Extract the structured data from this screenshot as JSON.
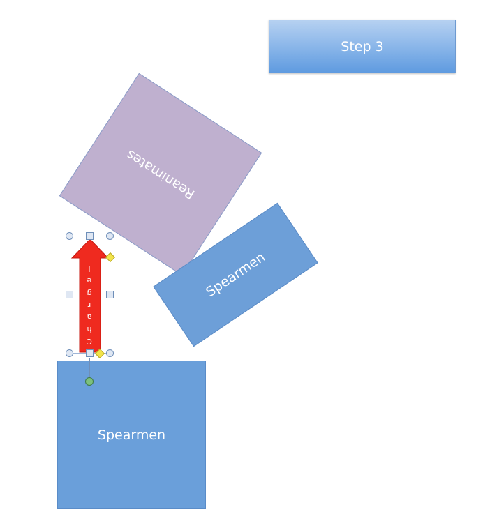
{
  "step_box": {
    "label": "Step 3"
  },
  "reanimates": {
    "label": "Reanimates"
  },
  "spearmen_rotated": {
    "label": "Spearmen"
  },
  "spearmen_bottom": {
    "label": "Spearmen"
  },
  "arrow": {
    "label_chars": [
      "C",
      "h",
      "a",
      "r",
      "g",
      "e",
      "l"
    ],
    "color": "#ef2a1f"
  },
  "colors": {
    "step_box": "#8fb9ea",
    "reanimates": "#bfb0cf",
    "spearmen": "#6a9fda",
    "selection_handle": "#dfe7f3",
    "adjust_handle": "#f2e44a",
    "rotate_handle": "#7cc07e"
  }
}
